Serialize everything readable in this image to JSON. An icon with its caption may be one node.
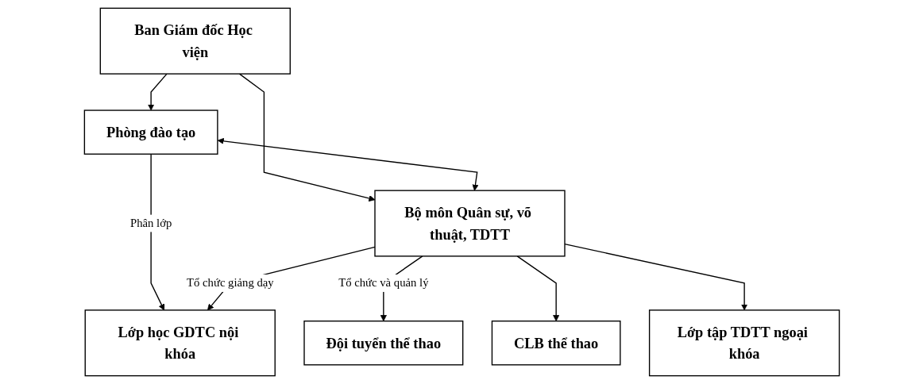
{
  "diagram": {
    "nodes": [
      {
        "text": [
          "Ban Giám đốc Học viện"
        ]
      },
      {
        "text": [
          "Phòng đào tạo"
        ]
      },
      {
        "text": [
          "Bộ môn Quân sự, võ thuật, TDTT"
        ]
      },
      {
        "text": [
          "Lớp học GDTC nội khóa"
        ]
      },
      {
        "text": [
          "Đội tuyển thể thao"
        ]
      },
      {
        "text": [
          "CLB thể thao"
        ]
      },
      {
        "text": [
          "Lớp tập TDTT ngoại khóa"
        ]
      }
    ],
    "edges": [
      {
        "from": 0,
        "to": 1,
        "arrow": "to"
      },
      {
        "from": 0,
        "to": 2,
        "arrow": "to"
      },
      {
        "from": 1,
        "to": 2,
        "arrow": "both"
      },
      {
        "from": 1,
        "to": 3,
        "arrow": "to",
        "label": "Phân lớp"
      },
      {
        "from": 2,
        "to": 3,
        "arrow": "to",
        "label": "Tổ chức giảng dạy"
      },
      {
        "from": 2,
        "to": 4,
        "arrow": "to",
        "label": "Tổ chức và quản lý"
      },
      {
        "from": 2,
        "to": 5,
        "arrow": "to"
      },
      {
        "from": 2,
        "to": 6,
        "arrow": "to"
      }
    ]
  }
}
